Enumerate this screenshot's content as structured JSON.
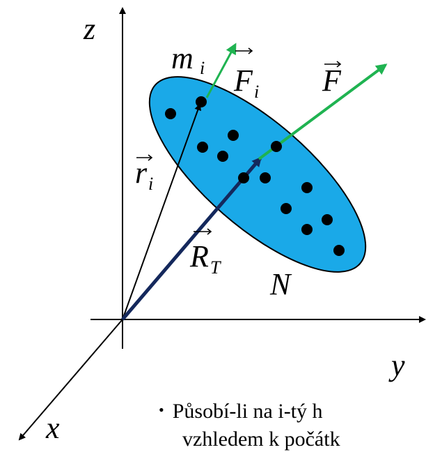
{
  "axes": {
    "x_label": "x",
    "y_label": "y",
    "z_label": "z"
  },
  "labels": {
    "mass": "m",
    "mass_sub": "i",
    "force_i": "F",
    "force_i_sub": "i",
    "force_total": "F",
    "position_i": "r",
    "position_i_sub": "i",
    "center_vector": "R",
    "center_vector_sub": "T",
    "count": "N"
  },
  "colors": {
    "ellipse_fill": "#1aa9e8",
    "force_arrows": "#1fb351",
    "center_vector": "#14285c",
    "axes": "#000000"
  },
  "text": {
    "bullet_line1": "Působí-li na i-tý h",
    "bullet_line2": "vzhledem k počátk"
  }
}
